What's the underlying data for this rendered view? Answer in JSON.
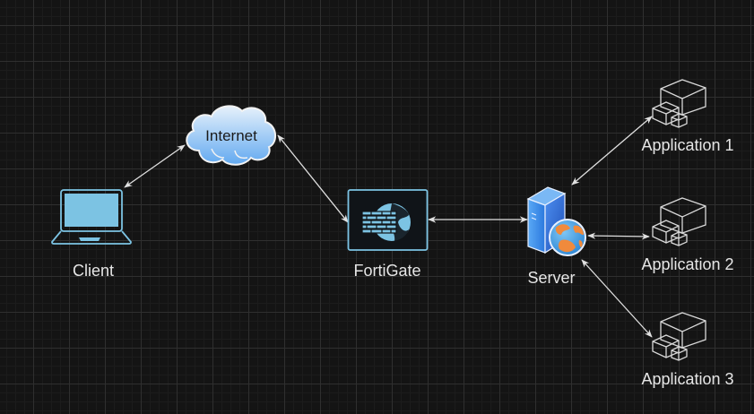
{
  "diagram": {
    "title": "Network topology",
    "nodes": [
      {
        "id": "client",
        "label": "Client",
        "icon": "laptop-icon"
      },
      {
        "id": "internet",
        "label": "Internet",
        "icon": "cloud-icon"
      },
      {
        "id": "fortigate",
        "label": "FortiGate",
        "icon": "firewall-icon"
      },
      {
        "id": "server",
        "label": "Server",
        "icon": "web-server-icon"
      },
      {
        "id": "app1",
        "label": "Application 1",
        "icon": "cubes-icon"
      },
      {
        "id": "app2",
        "label": "Application 2",
        "icon": "cubes-icon"
      },
      {
        "id": "app3",
        "label": "Application 3",
        "icon": "cubes-icon"
      }
    ],
    "edges": [
      {
        "from": "client",
        "to": "internet",
        "direction": "both"
      },
      {
        "from": "internet",
        "to": "fortigate",
        "direction": "both"
      },
      {
        "from": "fortigate",
        "to": "server",
        "direction": "both"
      },
      {
        "from": "server",
        "to": "app1",
        "direction": "both"
      },
      {
        "from": "server",
        "to": "app2",
        "direction": "both"
      },
      {
        "from": "server",
        "to": "app3",
        "direction": "both"
      }
    ]
  },
  "colors": {
    "background": "#141414",
    "grid": "#2f2f2f",
    "label_text": "#e6e6e6",
    "icon_blue": "#7cc3e3",
    "connector": "#e0e0e0",
    "cube_stroke": "#d8d8d8"
  }
}
